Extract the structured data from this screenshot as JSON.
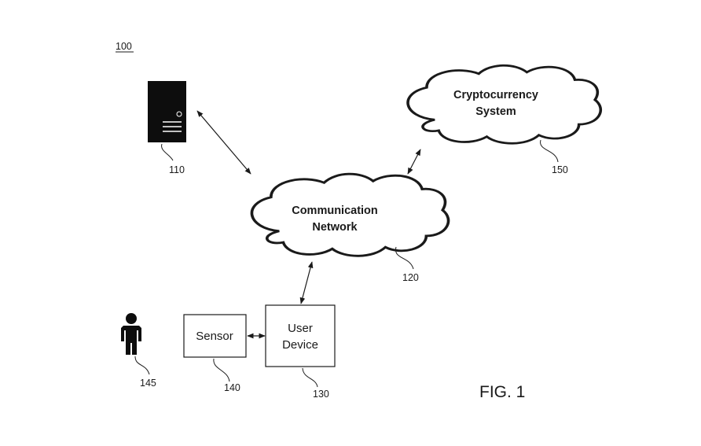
{
  "figure": {
    "reference": "100",
    "caption": "FIG. 1"
  },
  "server": {
    "ref": "110"
  },
  "communication_network": {
    "label_line1": "Communication",
    "label_line2": "Network",
    "ref": "120"
  },
  "cryptocurrency_system": {
    "label_line1": "Cryptocurrency",
    "label_line2": "System",
    "ref": "150"
  },
  "user_device": {
    "label_line1": "User",
    "label_line2": "Device",
    "ref": "130"
  },
  "sensor": {
    "label": "Sensor",
    "ref": "140"
  },
  "person": {
    "ref": "145"
  }
}
